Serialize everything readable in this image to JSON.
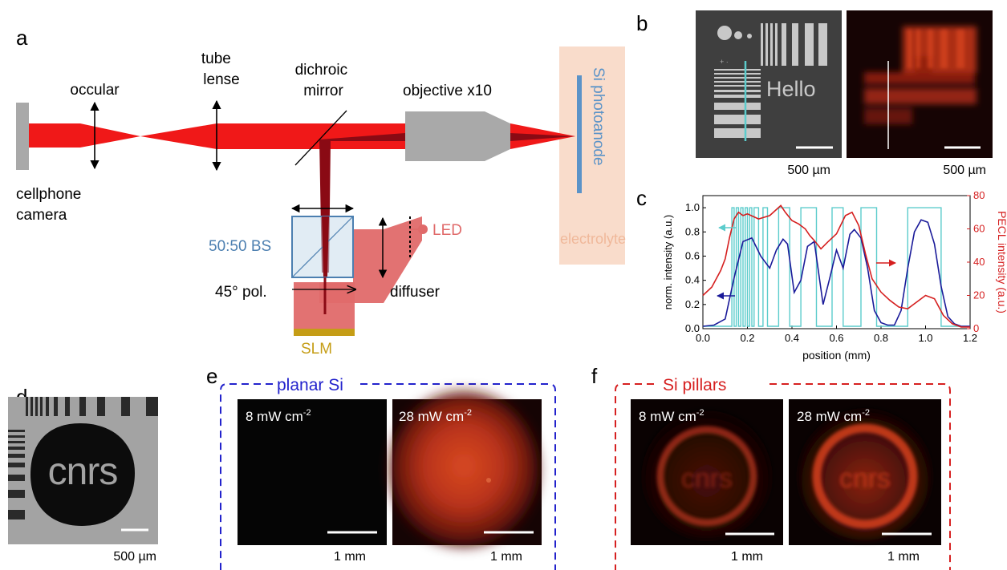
{
  "panels": {
    "a": {
      "letter": "a",
      "occular": "occular",
      "tube_lense": [
        "tube",
        "lense"
      ],
      "dichroic_mirror": [
        "dichroic",
        "mirror"
      ],
      "objective": "objective x10",
      "si_photoanode": "Si photoanode",
      "electrolyte": "electrolyte",
      "cellphone_camera": [
        "cellphone",
        "camera"
      ],
      "bs": "50:50 BS",
      "led": "LED",
      "pol": "45° pol.",
      "diffuser": "diffuser",
      "slm": "SLM"
    },
    "b": {
      "letter": "b",
      "target_word": "Hello",
      "scalebar_left": "500 µm",
      "scalebar_right": "500 µm"
    },
    "c": {
      "letter": "c"
    },
    "d": {
      "letter": "d",
      "logo_text": "cnrs",
      "scalebar": "500 µm"
    },
    "e": {
      "letter": "e",
      "title": "planar Si",
      "img1_label": "8 mW cm",
      "img2_label": "28 mW cm",
      "superscript": "-2",
      "scalebar1": "1 mm",
      "scalebar2": "1 mm"
    },
    "f": {
      "letter": "f",
      "title": "Si pillars",
      "img1_label": "8 mW cm",
      "img2_label": "28 mW cm",
      "superscript": "-2",
      "img_logo_text": "cnrs",
      "scalebar1": "1 mm",
      "scalebar2": "1 mm"
    }
  },
  "colors": {
    "beam_red": "#f01818",
    "dark_red": "#8a0a14",
    "led_red": "#e06a6a",
    "bs_blue": "#4c7fb0",
    "photoanode_blue": "#5b93c8",
    "electrolyte_bg": "#f9dccb",
    "slm_gold": "#c59d16",
    "cyan": "#5ccccc",
    "navy": "#1a1a99",
    "pecl_red": "#d51f1f",
    "dash_blue": "#2222cc",
    "dash_red": "#d62020"
  },
  "chart_data": {
    "type": "line",
    "xlabel": "position (mm)",
    "ylabel_left": "norm. intensity (a.u.)",
    "ylabel_right": "PECL intensity (a.u.)",
    "xlim": [
      0.0,
      1.2
    ],
    "ylim_left": [
      0.0,
      1.1
    ],
    "ylim_right": [
      0,
      80
    ],
    "xticks": [
      "0.0",
      "0.2",
      "0.4",
      "0.6",
      "0.8",
      "1.0",
      "1.2"
    ],
    "yticks_left": [
      "0.0",
      "0.2",
      "0.4",
      "0.6",
      "0.8",
      "1.0"
    ],
    "yticks_right": [
      "0",
      "20",
      "40",
      "60",
      "80"
    ],
    "series": [
      {
        "axis": "left",
        "color": "#5ccccc",
        "x": [
          0.0,
          0.13,
          0.13,
          0.14,
          0.14,
          0.15,
          0.15,
          0.16,
          0.16,
          0.17,
          0.17,
          0.18,
          0.18,
          0.19,
          0.19,
          0.2,
          0.2,
          0.21,
          0.21,
          0.22,
          0.22,
          0.23,
          0.23,
          0.25,
          0.25,
          0.27,
          0.27,
          0.29,
          0.29,
          0.34,
          0.34,
          0.39,
          0.39,
          0.44,
          0.44,
          0.51,
          0.51,
          0.58,
          0.58,
          0.63,
          0.63,
          0.71,
          0.71,
          0.78,
          0.78,
          0.92,
          0.92,
          1.07,
          1.07,
          1.2
        ],
        "y": [
          0.02,
          0.02,
          1.0,
          1.0,
          0.02,
          0.02,
          1.0,
          1.0,
          0.02,
          0.02,
          1.0,
          1.0,
          0.02,
          0.02,
          1.0,
          1.0,
          0.02,
          0.02,
          1.0,
          1.0,
          0.02,
          0.02,
          1.0,
          1.0,
          0.02,
          0.02,
          1.0,
          1.0,
          0.02,
          0.02,
          1.0,
          1.0,
          0.02,
          0.02,
          1.0,
          1.0,
          0.02,
          0.02,
          1.0,
          1.0,
          0.02,
          0.02,
          1.0,
          1.0,
          0.02,
          0.02,
          1.0,
          1.0,
          0.02,
          0.02
        ]
      },
      {
        "axis": "left",
        "color": "#1a1a99",
        "x": [
          0.0,
          0.05,
          0.1,
          0.14,
          0.18,
          0.22,
          0.26,
          0.3,
          0.33,
          0.36,
          0.38,
          0.41,
          0.44,
          0.47,
          0.5,
          0.54,
          0.57,
          0.6,
          0.63,
          0.66,
          0.68,
          0.71,
          0.74,
          0.77,
          0.8,
          0.83,
          0.86,
          0.89,
          0.92,
          0.95,
          0.98,
          1.01,
          1.04,
          1.07,
          1.1,
          1.13,
          1.16,
          1.2
        ],
        "y": [
          0.02,
          0.03,
          0.08,
          0.42,
          0.72,
          0.75,
          0.6,
          0.5,
          0.65,
          0.74,
          0.7,
          0.3,
          0.4,
          0.68,
          0.72,
          0.2,
          0.42,
          0.65,
          0.5,
          0.78,
          0.82,
          0.75,
          0.5,
          0.15,
          0.05,
          0.03,
          0.03,
          0.15,
          0.5,
          0.8,
          0.9,
          0.88,
          0.7,
          0.35,
          0.1,
          0.04,
          0.02,
          0.02
        ]
      },
      {
        "axis": "right",
        "color": "#d51f1f",
        "x": [
          0.0,
          0.04,
          0.08,
          0.1,
          0.12,
          0.14,
          0.16,
          0.18,
          0.2,
          0.25,
          0.3,
          0.35,
          0.37,
          0.4,
          0.43,
          0.46,
          0.48,
          0.5,
          0.53,
          0.56,
          0.6,
          0.64,
          0.67,
          0.7,
          0.73,
          0.76,
          0.8,
          0.84,
          0.88,
          0.92,
          0.95,
          1.0,
          1.04,
          1.08,
          1.12,
          1.16,
          1.2
        ],
        "y": [
          20,
          25,
          35,
          42,
          55,
          66,
          70,
          68,
          69,
          66,
          68,
          74,
          70,
          65,
          63,
          60,
          56,
          53,
          48,
          52,
          57,
          68,
          70,
          62,
          45,
          30,
          22,
          17,
          13,
          12,
          15,
          20,
          18,
          8,
          3,
          1,
          1
        ]
      }
    ]
  }
}
